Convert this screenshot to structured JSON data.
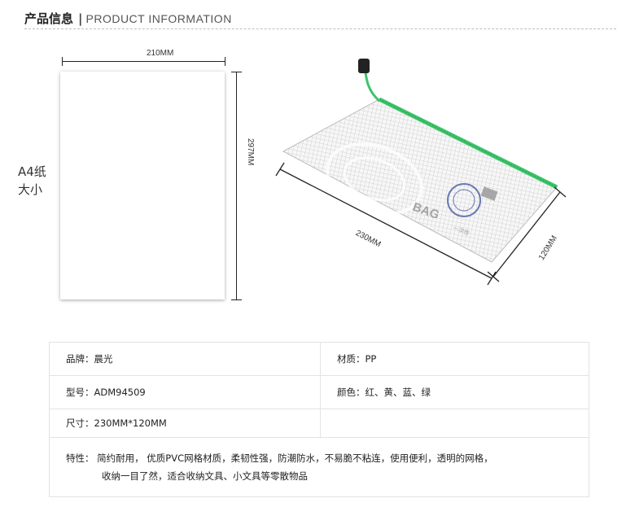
{
  "header": {
    "title_cn": "产品信息",
    "separator": "|",
    "title_en": "PRODUCT INFORMATION"
  },
  "diagram": {
    "paper_width": "210MM",
    "paper_height": "297MM",
    "paper_label_line1": "A4纸",
    "paper_label_line2": "大小",
    "bag_width": "230MM",
    "bag_height": "120MM",
    "bag_print_bag": "BAG",
    "bag_print_small": "一次性"
  },
  "specs": {
    "brand": "品牌：晨光",
    "material": "材质：PP",
    "model": "型号：ADM94509",
    "colors": "颜色：红、黄、蓝、绿",
    "size": "尺寸：230MM*120MM",
    "features_line1": "特性：  简约耐用， 优质PVC网格材质，柔韧性强，防潮防水，不易脆不粘连，使用便利，透明的网格，",
    "features_line2": "收纳一目了然，适合收纳文具、小文具等零散物品"
  },
  "colors": {
    "zipper_green": "#3cc46a",
    "outline": "#222222"
  }
}
